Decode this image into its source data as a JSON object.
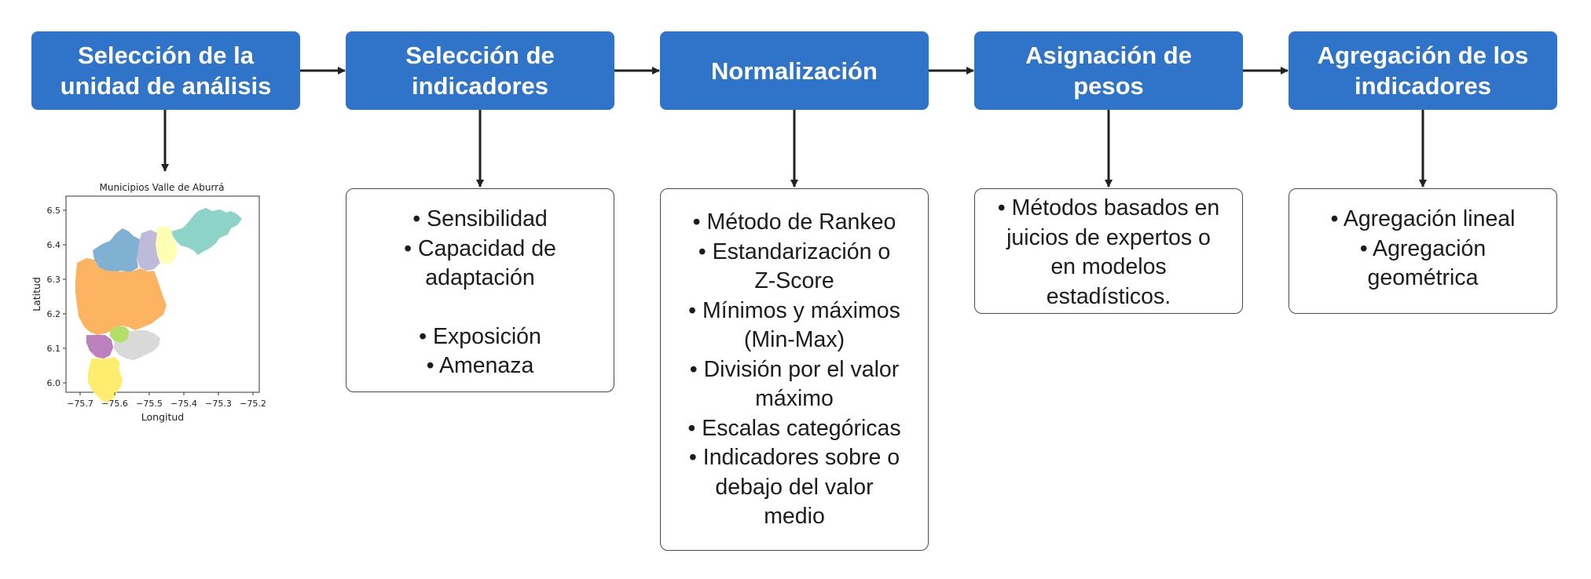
{
  "colors": {
    "header_fill": "#2f74c8",
    "header_text": "#ffffff",
    "box_border": "#4a4a4a",
    "arrow": "#222222"
  },
  "steps": [
    {
      "title_lines": [
        "Selección de la",
        "unidad de análisis"
      ]
    },
    {
      "title_lines": [
        "Selección  de",
        "indicadores"
      ]
    },
    {
      "title_lines": [
        "Normalización"
      ]
    },
    {
      "title_lines": [
        "Asignación de",
        "pesos"
      ]
    },
    {
      "title_lines": [
        "Agregación de los",
        "indicadores"
      ]
    }
  ],
  "details": {
    "indicadores": [
      "• Sensibilidad",
      "• Capacidad de",
      "adaptación",
      "",
      "• Exposición",
      "• Amenaza"
    ],
    "normalizacion": [
      "• Método de Rankeo",
      "• Estandarización o",
      "Z-Score",
      "• Mínimos y máximos",
      "(Min-Max)",
      "• División por el valor",
      "máximo",
      "• Escalas categóricas",
      "• Indicadores sobre o",
      "debajo del valor",
      "medio"
    ],
    "pesos": [
      "• Métodos basados en",
      "juicios de expertos o",
      "en modelos",
      "estadísticos."
    ],
    "agregacion": [
      "• Agregación lineal",
      "• Agregación",
      "geométrica"
    ]
  },
  "map": {
    "title": "Municipios Valle de Aburrá",
    "xlabel": "Longitud",
    "ylabel": "Latitud",
    "xticks": [
      "−75.7",
      "−75.6",
      "−75.5",
      "−75.4",
      "−75.3",
      "−75.2"
    ],
    "yticks": [
      "6.5",
      "6.4",
      "6.3",
      "6.2",
      "6.1",
      "6.0"
    ],
    "region_colors": [
      "#8dd3c7",
      "#ffffb3",
      "#bebada",
      "#80b1d3",
      "#fdb462",
      "#b3de69",
      "#bc80bd",
      "#d9d9d9",
      "#ffed6f"
    ]
  }
}
